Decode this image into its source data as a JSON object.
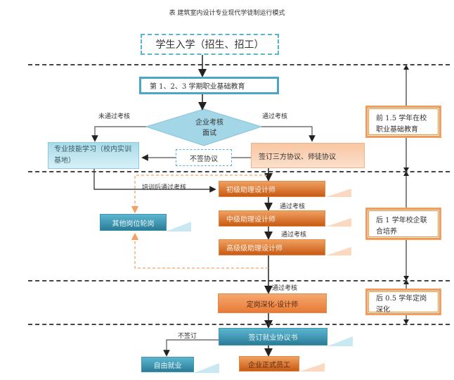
{
  "title": "表    建筑室内设计专业现代学徒制运行模式",
  "nodes": {
    "start": "学生入学（招生、招工）",
    "semester": "第 1、2、3 学期职业基础教育",
    "assessment": "企业考核\n面试",
    "skill_learning": "专业技能学习（校内实训基地）",
    "no_agreement": "不签协议",
    "sign_tripartite": "签订三方协议、师徒协议",
    "junior": "初级助理设计师",
    "middle": "中级助理设计师",
    "senior": "高级级助理设计师",
    "other_rotation": "其他岗位轮岗",
    "deepen": "定岗深化-设计师",
    "employment_agreement": "签订就业协议书",
    "free_employment": "自由就业",
    "formal_employee": "企业正式员工"
  },
  "edge_labels": {
    "not_passed": "未通过考核",
    "passed": "通过考核",
    "trained_passed": "培训后通过考核",
    "passed_2": "通过考核",
    "passed_3": "通过考核",
    "passed_4": "通过考核",
    "not_sign": "不签订"
  },
  "phases": [
    {
      "label": "前 1.5 学年在校职业基础教育"
    },
    {
      "label": "后 1 学年校企联合培养"
    },
    {
      "label": "后 0.5 学年定岗深化"
    }
  ],
  "colors": {
    "teal": "#4aa6c4",
    "orange": "#f08c3c",
    "dark_orange": "#c85a14"
  }
}
